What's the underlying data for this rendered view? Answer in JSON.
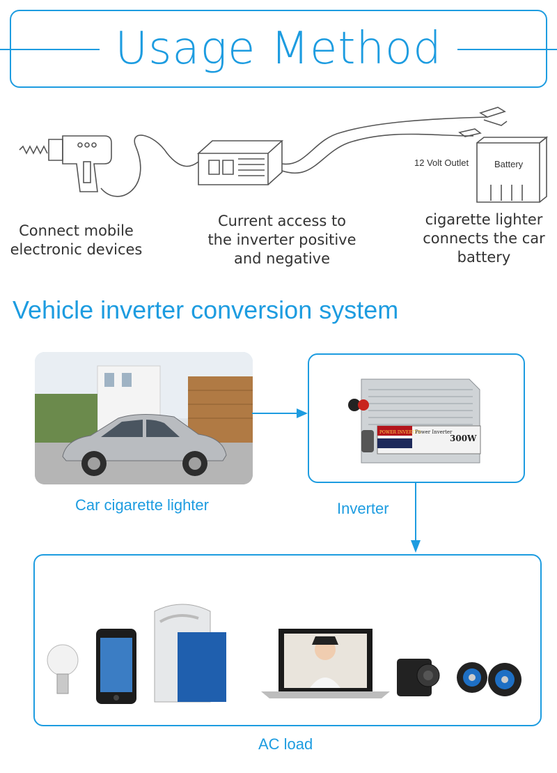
{
  "header": {
    "title": "Usage Method"
  },
  "diagram": {
    "outlet_label": "12 Volt Outlet",
    "battery_label": "Battery",
    "captions": [
      [
        "Connect mobile",
        "electronic devices"
      ],
      [
        "Current access to",
        "the inverter positive",
        "and negative"
      ],
      [
        "cigarette lighter",
        "connects the car",
        "battery"
      ]
    ]
  },
  "section": {
    "title": "Vehicle inverter conversion system"
  },
  "flow": {
    "source_label": "Car cigarette lighter",
    "inverter_label": "Inverter",
    "load_label": "AC load",
    "inverter_product": {
      "brand": "POWER INVERTER",
      "name": "Power Inverter",
      "wattage": "300W"
    }
  },
  "colors": {
    "accent": "#1d9ce0",
    "line_art": "#555555"
  }
}
